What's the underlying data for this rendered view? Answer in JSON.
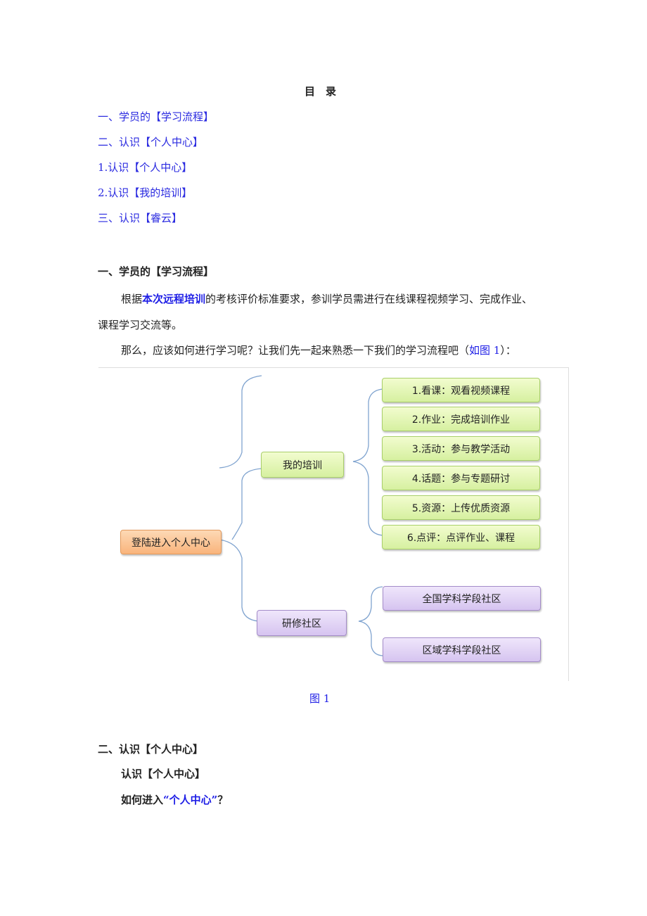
{
  "toc": {
    "title": "目　录",
    "items": [
      "一、学员的【学习流程】",
      "二、认识【个人中心】",
      "1.认识【个人中心】",
      "2.认识【我的培训】",
      "三、认识【睿云】"
    ]
  },
  "section1": {
    "heading": "一、学员的【学习流程】",
    "para1_pre": "根据",
    "para1_link": "本次远程培训",
    "para1_post": "的考核评价标准要求，参训学员需进行在线课程视频学习、完成作业、",
    "para1_line2": "课程学习交流等。",
    "para2_pre": "那么，应该如何进行学习呢？让我们先一起来熟悉一下我们的学习流程吧（",
    "para2_link": "如图 1",
    "para2_post": "）：",
    "caption": "图 1"
  },
  "diagram": {
    "root": "登陆进入个人中心",
    "training": "我的培训",
    "training_items": [
      "1.看课：观看视频课程",
      "2.作业：完成培训作业",
      "3.活动：参与教学活动",
      "4.话题：参与专题研讨",
      "5.资源：上传优质资源",
      "6.点评：点评作业、课程"
    ],
    "community": "研修社区",
    "community_items": [
      "全国学科学段社区",
      "区域学科学段社区"
    ]
  },
  "section2": {
    "heading": "二、认识【个人中心】",
    "sub": "认识【个人中心】",
    "q_pre": "如何进入",
    "q_link": "“个人中心”",
    "q_post": "？"
  }
}
